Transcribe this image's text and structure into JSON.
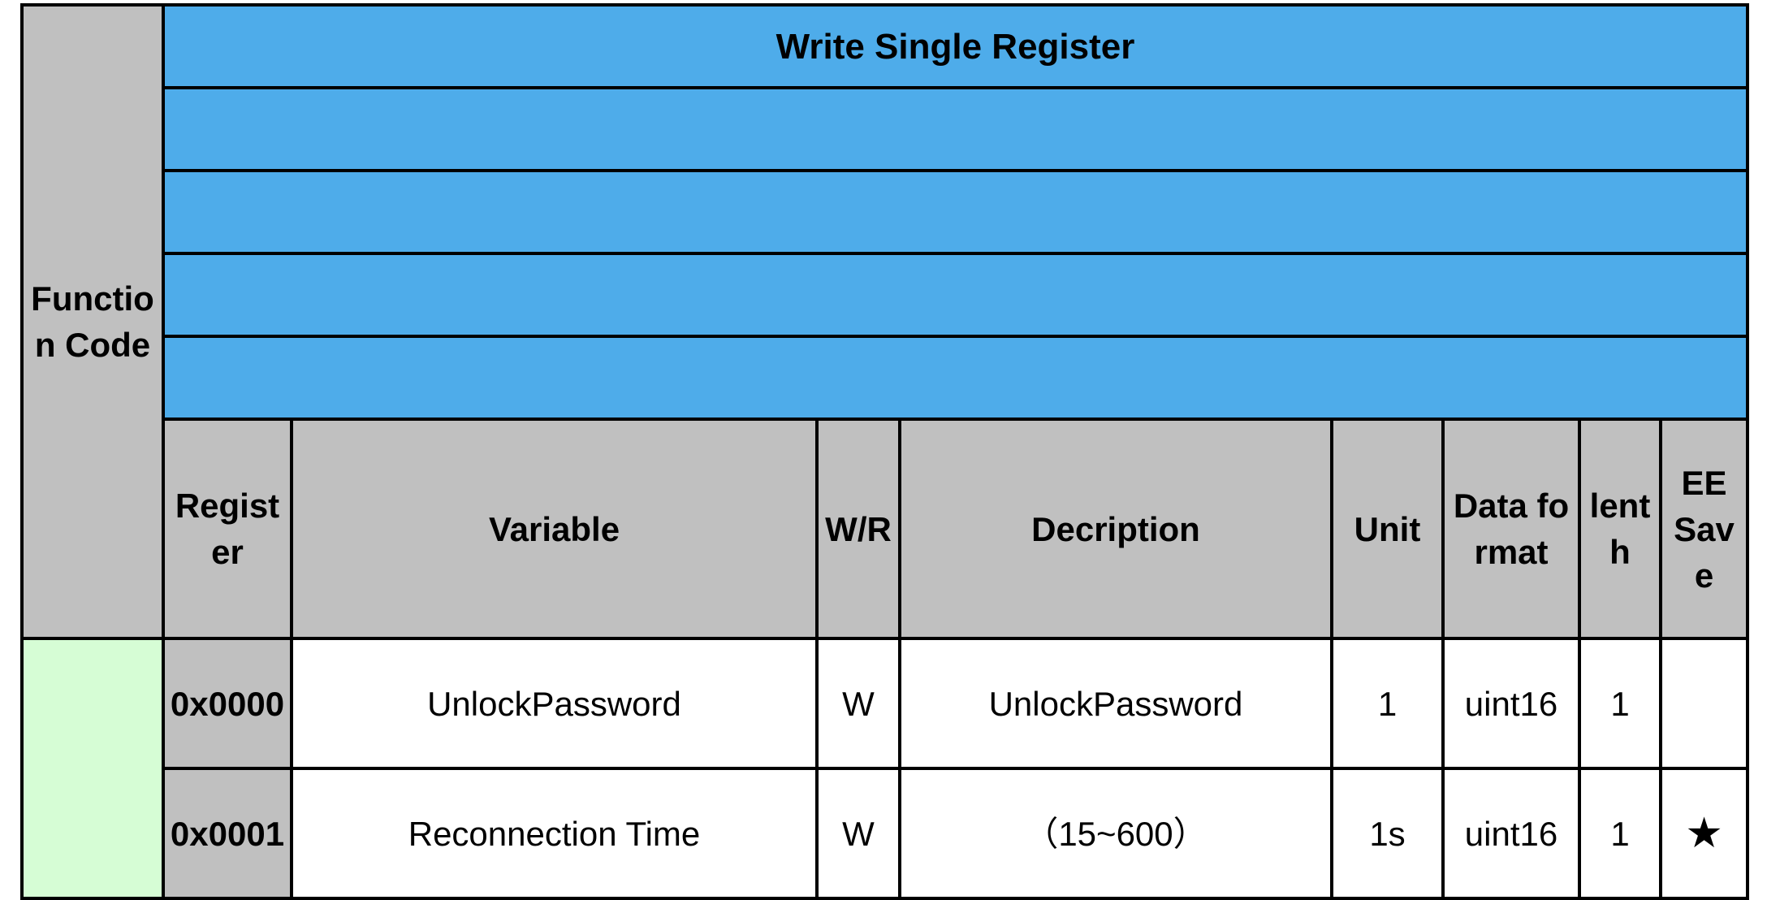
{
  "function_code_label": "Function Code",
  "title": "Write Single Register",
  "colors": {
    "blue": "#4eacea",
    "gray": "#c0c0c0",
    "green": "#d6fdd5"
  },
  "columns": [
    "Register",
    "Variable",
    "W/R",
    "Decription",
    "Unit",
    "Data format",
    "lenth",
    "EE Save"
  ],
  "rows": [
    {
      "register": "0x0000",
      "variable": "UnlockPassword",
      "wr": "W",
      "description": "UnlockPassword",
      "unit": "1",
      "format": "uint16",
      "length": "1",
      "ee_save": ""
    },
    {
      "register": "0x0001",
      "variable": "Reconnection Time",
      "wr": "W",
      "description": "（15~600）",
      "unit": "1s",
      "format": "uint16",
      "length": "1",
      "ee_save": "★"
    }
  ]
}
